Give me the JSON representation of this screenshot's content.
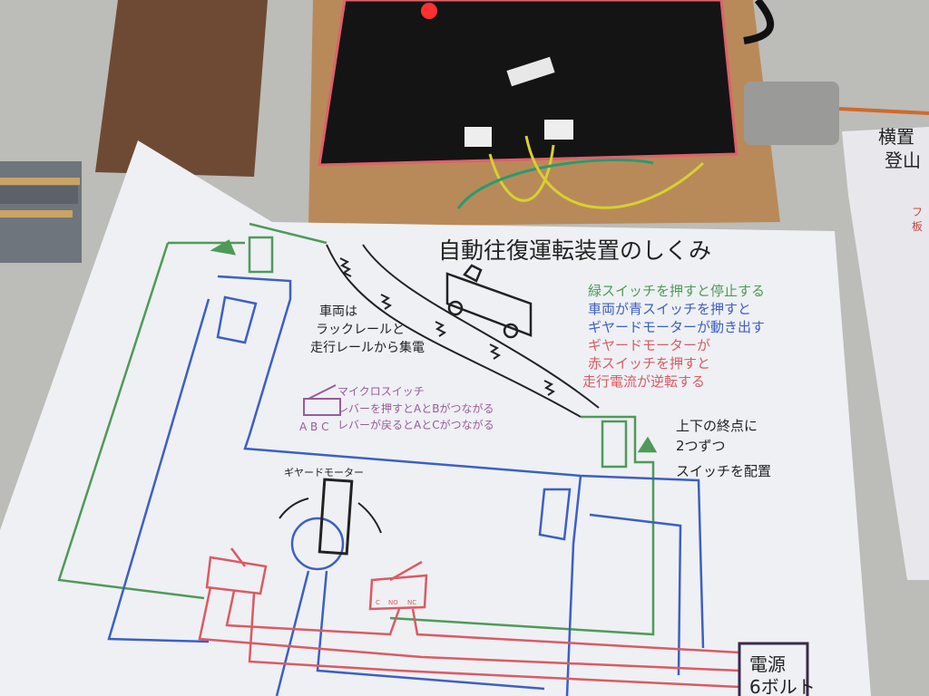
{
  "poster": {
    "title": "自動往復運転装置のしくみ",
    "legend": {
      "green": "緑スイッチを押すと停止する",
      "blue1": "車両が青スイッチを押すと",
      "blue2": "ギヤードモーターが動き出す",
      "red1": "ギヤードモーターが",
      "red2": "赤スイッチを押すと",
      "red3": "走行電流が逆転する"
    },
    "vehicle_note": [
      "車両は",
      "ラックレールと",
      "走行レールから集電"
    ],
    "microswitch": {
      "title": "マイクロスイッチ",
      "line1": "レバーを押すとAとBがつながる",
      "line2": "レバーが戻るとAとCがつながる",
      "pins": "A B C"
    },
    "endpoint_note": [
      "上下の終点に",
      "2つずつ",
      "スイッチを配置"
    ],
    "motor_label": "ギヤードモーター",
    "red_switch_pins": [
      "C",
      "NO",
      "NC"
    ],
    "power": [
      "電源",
      "6ボルト"
    ]
  },
  "side_poster": {
    "line1": "横置",
    "line2": "登山",
    "red_line1": "フ",
    "red_line2": "板"
  },
  "colors": {
    "green": "#4f9a58",
    "blue": "#3d5fc4",
    "red": "#dc5a62",
    "purple": "#9a5a9a"
  }
}
